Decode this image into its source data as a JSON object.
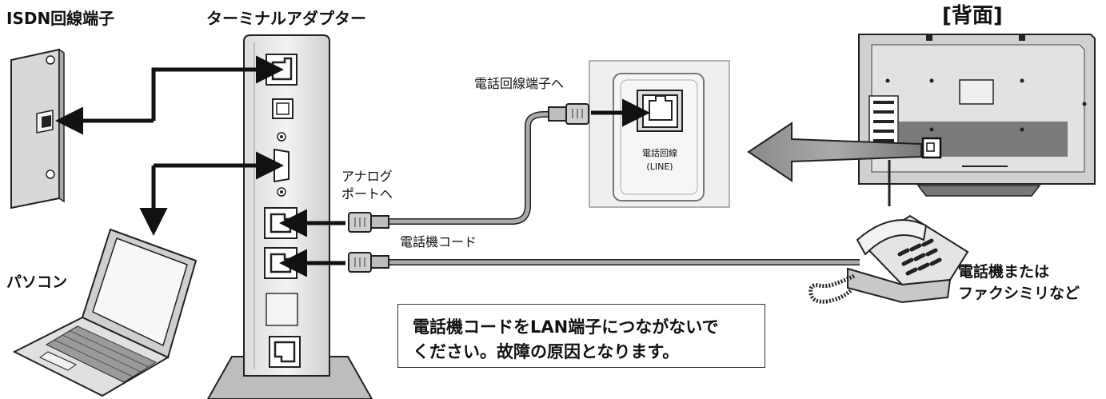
{
  "labels": {
    "isdn_terminal": "ISDN回線端子",
    "terminal_adapter": "ターミナルアダプター",
    "back_panel": "[背面]",
    "phone_line_jack_to": "電話回線端子へ",
    "analog_port_line1": "アナログ",
    "analog_port_line2": "ポートへ",
    "phone_cord": "電話機コード",
    "pc": "パソコン",
    "phone_fax_line1": "電話機または",
    "phone_fax_line2": "ファクシミリなど",
    "line_jack_label_line1": "電話回線",
    "line_jack_label_line2": "(LINE)"
  },
  "warning": {
    "line1": "電話機コードをLAN端子につながないで",
    "line2": "ください。故障の原因となります。"
  }
}
